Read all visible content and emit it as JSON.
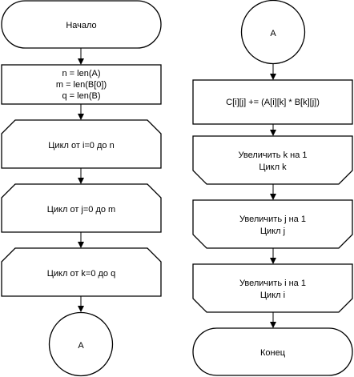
{
  "diagram": {
    "left_column": {
      "start": "Начало",
      "init": [
        "n = len(A)",
        "m = len(B[0])",
        "q = len(B)"
      ],
      "loop_i": "Цикл от i=0 до n",
      "loop_j": "Цикл от j=0 до m",
      "loop_k": "Цикл от k=0 до q",
      "connector": "A"
    },
    "right_column": {
      "connector": "A",
      "compute": "C[i][j] += (A[i][k] * B[k][j])",
      "inc_k": [
        "Увеличить k на 1",
        "Цикл k"
      ],
      "inc_j": [
        "Увеличить j на 1",
        "Цикл j"
      ],
      "inc_i": [
        "Увеличить i на 1",
        "Цикл i"
      ],
      "end": "Конец"
    }
  }
}
